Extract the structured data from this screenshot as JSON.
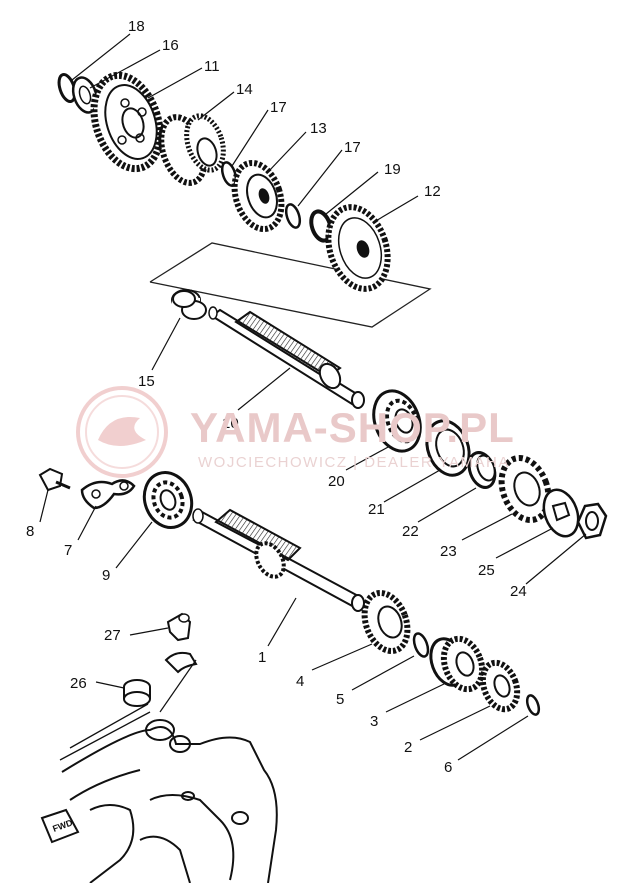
{
  "watermark": {
    "title": "YAMA-SHOP.PL",
    "subtitle": "WOJCIECHOWICZ | DEALER YAMAHA",
    "logo": "yamaha-style-circle-logo",
    "color": "#e8c4c4"
  },
  "fwd_mark": "FWD",
  "callouts": [
    {
      "id": "18",
      "part": "circlip"
    },
    {
      "id": "16",
      "part": "washer"
    },
    {
      "id": "11",
      "part": "gear"
    },
    {
      "id": "14",
      "part": "gear"
    },
    {
      "id": "17a",
      "text": "17",
      "part": "circlip"
    },
    {
      "id": "13",
      "part": "gear"
    },
    {
      "id": "17b",
      "text": "17",
      "part": "circlip"
    },
    {
      "id": "19",
      "part": "washer"
    },
    {
      "id": "12",
      "part": "gear"
    },
    {
      "id": "15",
      "part": "bushing"
    },
    {
      "id": "10",
      "part": "drive-axle"
    },
    {
      "id": "20",
      "part": "bearing"
    },
    {
      "id": "21",
      "part": "oil-seal"
    },
    {
      "id": "22",
      "part": "collar"
    },
    {
      "id": "23",
      "part": "sprocket"
    },
    {
      "id": "25",
      "part": "lock-washer"
    },
    {
      "id": "24",
      "part": "nut"
    },
    {
      "id": "8",
      "part": "bolt"
    },
    {
      "id": "7",
      "part": "bearing-retainer"
    },
    {
      "id": "9",
      "part": "bearing"
    },
    {
      "id": "1",
      "part": "main-axle"
    },
    {
      "id": "4",
      "part": "gear"
    },
    {
      "id": "5",
      "part": "circlip"
    },
    {
      "id": "3",
      "part": "gear"
    },
    {
      "id": "2",
      "part": "gear"
    },
    {
      "id": "6",
      "part": "circlip"
    },
    {
      "id": "27",
      "part": "elbow-fitting"
    },
    {
      "id": "26",
      "part": "plug"
    }
  ]
}
